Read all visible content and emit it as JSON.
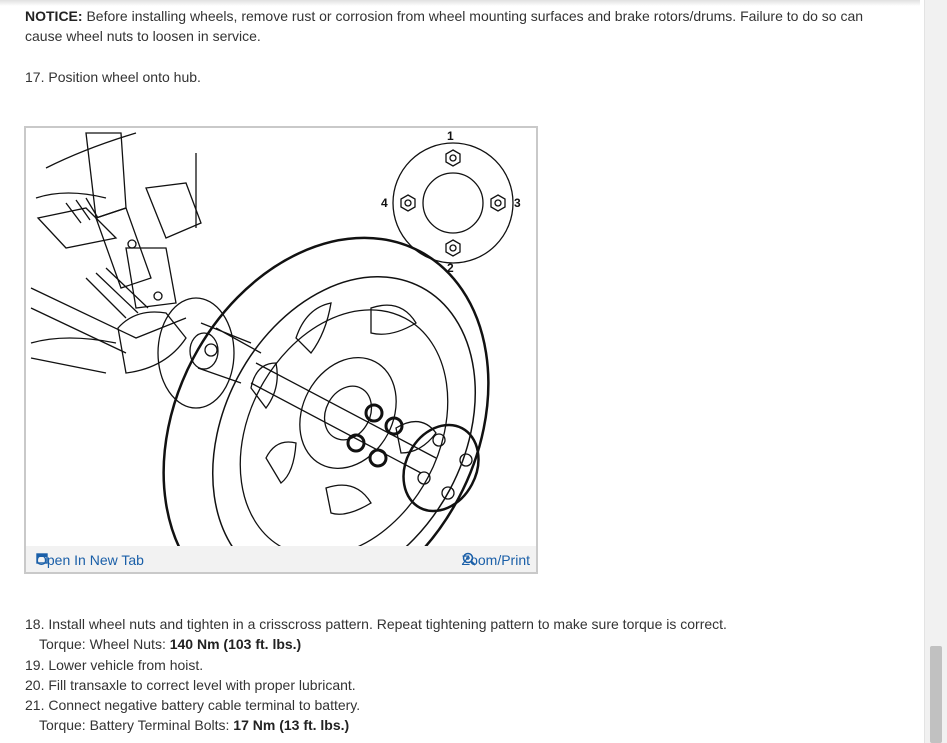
{
  "notice": {
    "label": "NOTICE:",
    "text": " Before installing wheels, remove rust or corrosion from wheel mounting surfaces and brake rotors/drums. Failure to do so can cause wheel nuts to loosen in service."
  },
  "step17": "17. Position wheel onto hub.",
  "figure": {
    "open_tab_label": "Open In New Tab",
    "zoom_label": "Zoom/Print",
    "lug_numbers": [
      "1",
      "2",
      "3",
      "4"
    ]
  },
  "steps": {
    "s18": "18. Install wheel nuts and tighten in a crisscross pattern. Repeat tightening pattern to make sure torque is correct.",
    "s18_torque_label": "Torque: Wheel Nuts: ",
    "s18_torque_value": "140 Nm (103 ft. lbs.)",
    "s19": "19. Lower vehicle from hoist.",
    "s20": "20. Fill transaxle to correct level with proper lubricant.",
    "s21": "21. Connect negative battery cable terminal to battery.",
    "s21_torque_label": "Torque: Battery Terminal Bolts: ",
    "s21_torque_value": "17 Nm (13 ft. lbs.)"
  },
  "colors": {
    "link": "#1a5fa8",
    "text": "#333333"
  },
  "icons": {
    "open_tab": "open-in-new-tab-icon",
    "zoom": "zoom-in-icon"
  }
}
